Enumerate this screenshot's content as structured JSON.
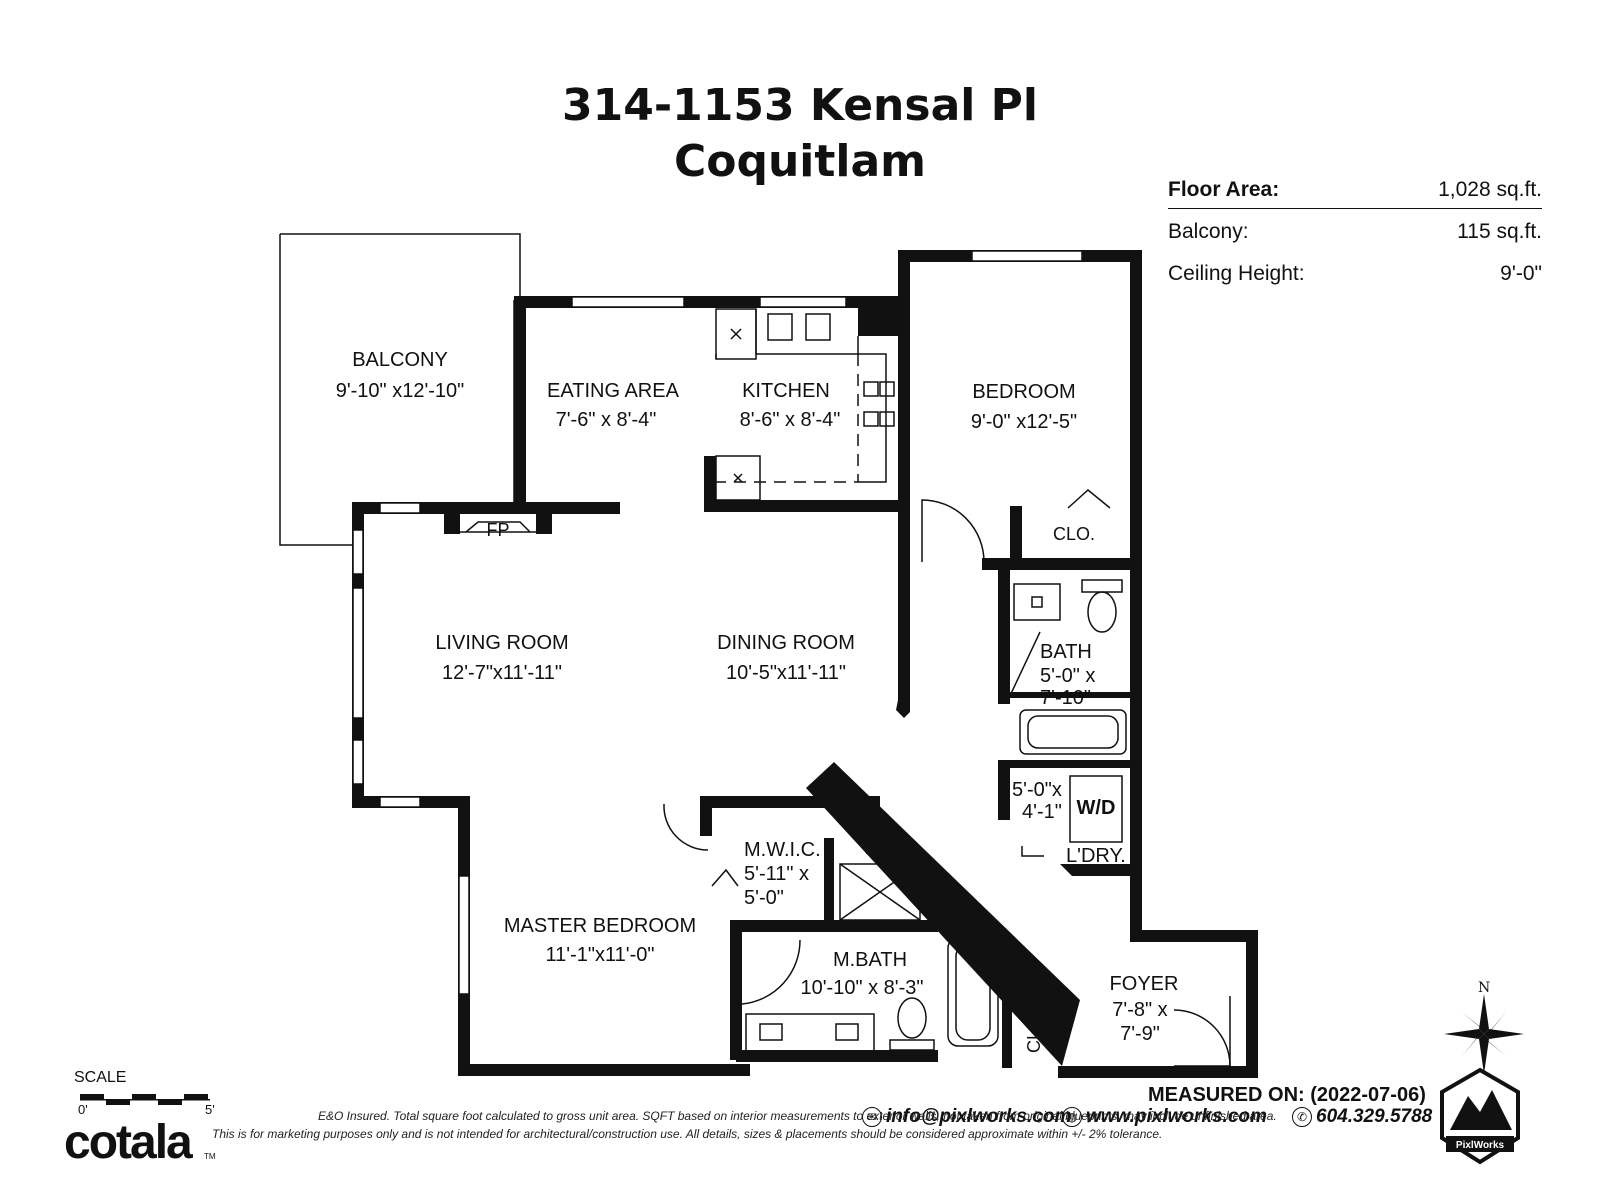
{
  "title": {
    "line1": "314-1153 Kensal Pl",
    "line2": "Coquitlam"
  },
  "stats": [
    {
      "label": "Floor Area:",
      "value": "1,028 sq.ft."
    },
    {
      "label": "Balcony:",
      "value": "115 sq.ft."
    },
    {
      "label": "Ceiling Height:",
      "value": "9'-0\""
    }
  ],
  "rooms": {
    "balcony": {
      "name": "BALCONY",
      "dims": "9'-10\" x12'-10\""
    },
    "eating": {
      "name": "EATING AREA",
      "dims": "7'-6\" x  8'-4\""
    },
    "kitchen": {
      "name": "KITCHEN",
      "dims": "8'-6\" x 8'-4\""
    },
    "bedroom": {
      "name": "BEDROOM",
      "dims": "9'-0\" x12'-5\""
    },
    "bed_closet": {
      "name": "CLO."
    },
    "fireplace": {
      "name": "FP"
    },
    "living": {
      "name": "LIVING ROOM",
      "dims": "12'-7\"x11'-11\""
    },
    "dining": {
      "name": "DINING ROOM",
      "dims": "10'-5\"x11'-11\""
    },
    "bath": {
      "name": "BATH",
      "dims1": "5'-0\" x",
      "dims2": "7'-10\""
    },
    "laundry": {
      "dims1": "5'-0\"x",
      "dims2": "4'-1\"",
      "wd": "W/D",
      "name": "L'DRY."
    },
    "mwic": {
      "name": "M.W.I.C.",
      "dims1": "5'-11\" x",
      "dims2": "5'-0\""
    },
    "master": {
      "name": "MASTER BEDROOM",
      "dims": "11'-1\"x11'-0\""
    },
    "mbath": {
      "name": "M.BATH",
      "dims": "10'-10\" x  8'-3\""
    },
    "foyer": {
      "name": "FOYER",
      "dims1": "7'-8\"  x",
      "dims2": "7'-9\""
    },
    "foyer_closet": {
      "name": "CLO."
    }
  },
  "compass": {
    "label": "N"
  },
  "scale": {
    "label": "SCALE",
    "start": "0'",
    "end": "5'"
  },
  "brand": {
    "name": "cotala",
    "tm": "TM"
  },
  "measured": "MEASURED ON: (2022-07-06)",
  "contact": {
    "email": "info@pixlworks.com",
    "web": "www.pixlworks.com",
    "phone": "604.329.5788"
  },
  "disclaimer": {
    "line1": "E&O Insured.  Total square foot calculated to gross unit area. SQFT based on interior measurements to exterior walls, not taken from original blueprints, may include unfinished area.",
    "line2": "This is for marketing purposes only and is not intended for architectural/construction use.  All details, sizes & placements should be considered approximate within +/- 2%  tolerance."
  },
  "logo": {
    "text": "PixlWorks"
  },
  "colors": {
    "ink": "#111111",
    "background": "#ffffff"
  },
  "icons": [
    "mail-icon",
    "globe-icon",
    "phone-icon",
    "compass-icon",
    "mountain-logo-icon"
  ]
}
